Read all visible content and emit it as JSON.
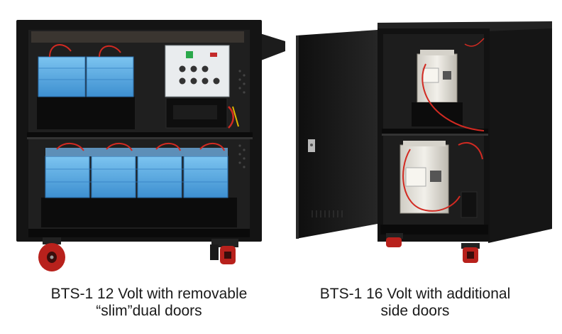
{
  "captions": {
    "left": {
      "line1": "BTS-1 12 Volt with removable",
      "line2": "“slim”dual doors"
    },
    "right": {
      "line1": "BTS-1 16 Volt with additional",
      "line2": "side doors"
    }
  },
  "colors": {
    "cabinet": "#141414",
    "battery_blue": "#4fa9e3",
    "battery_white": "#e8e6df",
    "wheel_red": "#b8211c",
    "panel": "#e9ecee",
    "wire_red": "#d22a22"
  }
}
